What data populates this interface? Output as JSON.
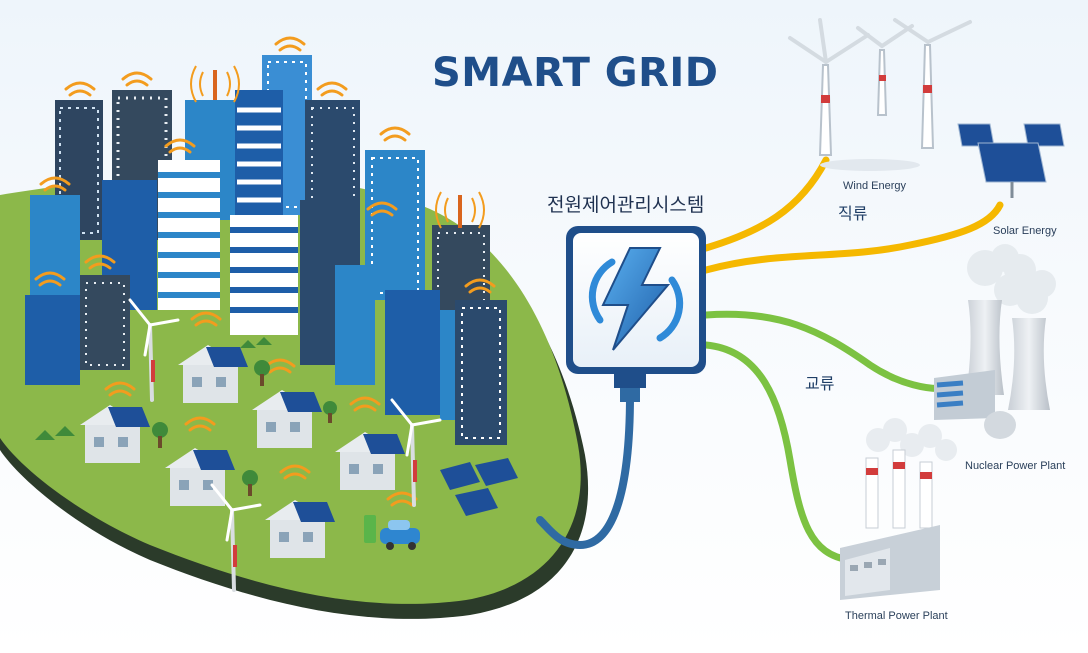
{
  "title": "SMART GRID",
  "hub_label": "전원제어관리시스템",
  "dc_label": "직류",
  "ac_label": "교류",
  "sources": {
    "wind": "Wind Energy",
    "solar": "Solar Energy",
    "nuclear": "Nuclear Power Plant",
    "thermal": "Thermal Power Plant"
  },
  "colors": {
    "dc_line": "#f5b800",
    "ac_line": "#7cc242",
    "city_cable": "#2f6aa3",
    "ground": "#8cb84a",
    "title": "#1f4e8a"
  }
}
